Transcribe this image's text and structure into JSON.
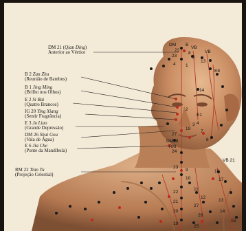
{
  "poster": {
    "labels": [
      {
        "code": "DM 21",
        "name": "Qian Ding",
        "pt": "Anterior ao Vértice"
      },
      {
        "code": "B 2",
        "name": "Zan Zhu",
        "pt": "(Reunião de Bambus)"
      },
      {
        "code": "B 1",
        "name": "Jing Ming",
        "pt": "(Brilho nos Olhos)"
      },
      {
        "code": "E 2",
        "name": "Si Bai",
        "pt": "(Quatro Brancos)"
      },
      {
        "code": "IG 20",
        "name": "Ying Xiang",
        "pt": "(Sentir Fragrância)"
      },
      {
        "code": "E 3",
        "name": "Ju Liao",
        "pt": "(Grande Depressão)"
      },
      {
        "code": "DM 26",
        "name": "Shui Gou",
        "pt": "(Vala de Água)"
      },
      {
        "code": "E 6",
        "name": "Jia Che",
        "pt": "(Ponte da Mandíbula)"
      },
      {
        "code": "RM 22",
        "name": "Tian Tu",
        "pt": "(Projeção Celestial)"
      }
    ],
    "points": {
      "dm": "DM",
      "b": "B",
      "vb": "VB",
      "vb2": "VB",
      "n22": "22",
      "n8": "8",
      "n23": "23",
      "n5": "5",
      "n13": "13",
      "n4": "4",
      "n1": "1",
      "e8": "E8",
      "n14": "14",
      "n2": "2",
      "n3": "3",
      "n19": "19",
      "e1": "E1",
      "n4b": "4",
      "n7": "7",
      "n6": "6",
      "n27": "27",
      "dm28": "DM28",
      "rm": "RM",
      "n24": "24",
      "vb21": "VB 21",
      "n23b": "23",
      "n9": "9",
      "n18": "18",
      "n10": "10",
      "n17": "17",
      "n11": "11",
      "n22b": "22",
      "n12": "12",
      "n13b": "13",
      "n21": "21",
      "n14b": "14",
      "n20": "20",
      "n26": "26",
      "n19b": "19",
      "n25": "25",
      "n15": "15",
      "n27b": "27"
    }
  }
}
